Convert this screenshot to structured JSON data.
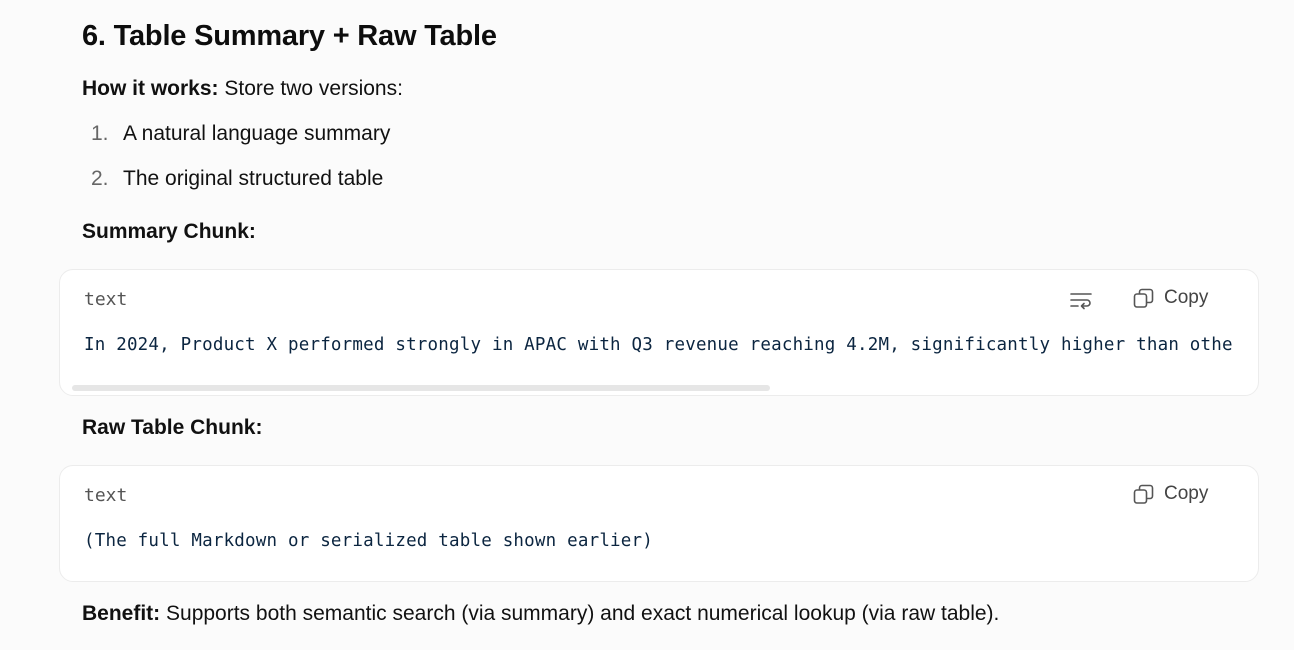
{
  "section": {
    "title": "6. Table Summary + Raw Table",
    "how_label": "How it works:",
    "how_text": " Store two versions:",
    "versions": [
      {
        "num": "1.",
        "text": "A natural language summary"
      },
      {
        "num": "2.",
        "text": "The original structured table"
      }
    ]
  },
  "summary_chunk": {
    "heading": "Summary Chunk:",
    "lang": "text",
    "copy_label": "Copy",
    "code": "In 2024, Product X performed strongly in APAC with Q3 revenue reaching 4.2M, significantly higher than othe"
  },
  "raw_chunk": {
    "heading": "Raw Table Chunk:",
    "lang": "text",
    "copy_label": "Copy",
    "code": "(The full Markdown or serialized table shown earlier)"
  },
  "benefit": {
    "label": "Benefit:",
    "text": " Supports both semantic search (via summary) and exact numerical lookup (via raw table)."
  },
  "icons": [
    "wrap-lines-icon",
    "copy-icon"
  ],
  "colors": {
    "page_bg": "#fbfbfb",
    "code_bg": "#ffffff",
    "code_text": "#0b2540"
  }
}
